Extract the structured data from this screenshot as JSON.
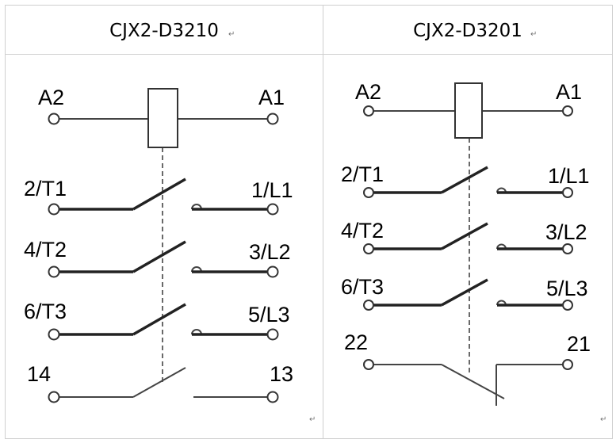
{
  "table": {
    "left_header": "CJX2-D3210",
    "right_header": "CJX2-D3201",
    "paragraph_mark": "↵"
  },
  "left": {
    "coil": {
      "left": "A2",
      "right": "A1"
    },
    "poles": [
      {
        "left": "2/T1",
        "right": "1/L1"
      },
      {
        "left": "4/T2",
        "right": "3/L2"
      },
      {
        "left": "6/T3",
        "right": "5/L3"
      }
    ],
    "aux": {
      "left": "14",
      "right": "13",
      "type": "NO"
    }
  },
  "right": {
    "coil": {
      "left": "A2",
      "right": "A1"
    },
    "poles": [
      {
        "left": "2/T1",
        "right": "1/L1"
      },
      {
        "left": "4/T2",
        "right": "3/L2"
      },
      {
        "left": "6/T3",
        "right": "5/L3"
      }
    ],
    "aux": {
      "left": "22",
      "right": "21",
      "type": "NC"
    }
  }
}
